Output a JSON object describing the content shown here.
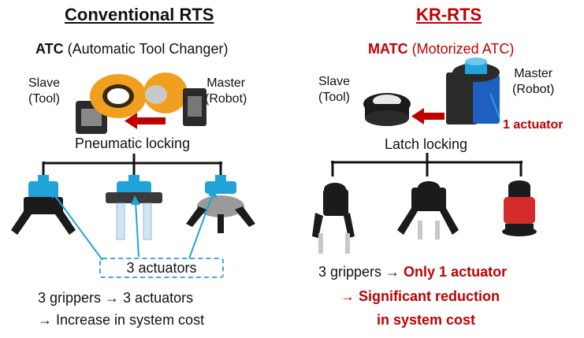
{
  "left": {
    "title": "Conventional RTS",
    "subtitle_bold": "ATC",
    "subtitle_rest": " (Automatic Tool Changer)",
    "slave_line1": "Slave",
    "slave_line2": "(Tool)",
    "master_line1": "Master",
    "master_line2": "(Robot)",
    "locking": "Pneumatic locking",
    "callout": "3 actuators",
    "summary_line1": "3 grippers → 3 actuators",
    "summary_line2": "→ Increase in system cost"
  },
  "right": {
    "title": "KR-RTS",
    "subtitle_bold": "MATC",
    "subtitle_rest": " (Motorized ATC)",
    "slave_line1": "Slave",
    "slave_line2": "(Tool)",
    "master_line1": "Master",
    "master_line2": "(Robot)",
    "actuator_note": "1 actuator",
    "locking": "Latch locking",
    "summary_prefix": "3 grippers → ",
    "summary_highlight": "Only 1 actuator",
    "summary_line2": "→ Significant reduction",
    "summary_line3": "in system cost"
  },
  "colors": {
    "accent_red": "#c00000",
    "actuator_blue": "#1fa3d8",
    "callout_blue": "#4aa6d4",
    "atc_orange": "#f0a01e"
  }
}
